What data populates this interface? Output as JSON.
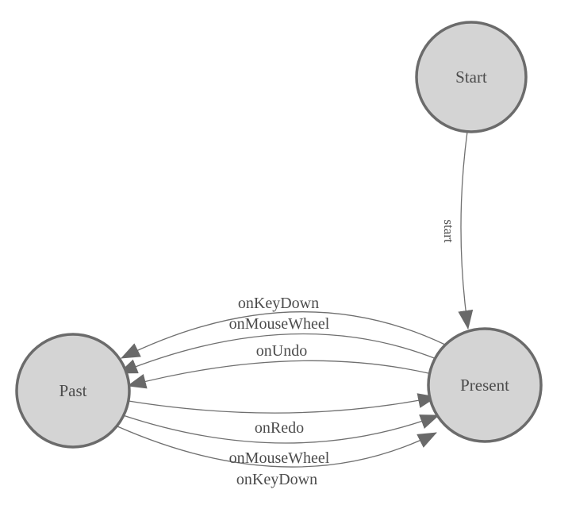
{
  "diagram": {
    "type": "state-machine",
    "nodes": [
      {
        "id": "start",
        "label": "Start"
      },
      {
        "id": "present",
        "label": "Present"
      },
      {
        "id": "past",
        "label": "Past"
      }
    ],
    "edges": [
      {
        "from": "start",
        "to": "present",
        "label": "start"
      },
      {
        "from": "present",
        "to": "past",
        "label": "onKeyDown"
      },
      {
        "from": "present",
        "to": "past",
        "label": "onMouseWheel"
      },
      {
        "from": "present",
        "to": "past",
        "label": "onUndo"
      },
      {
        "from": "past",
        "to": "present",
        "label": "onRedo"
      },
      {
        "from": "past",
        "to": "present",
        "label": "onMouseWheel"
      },
      {
        "from": "past",
        "to": "present",
        "label": "onKeyDown"
      }
    ],
    "colors": {
      "background": "#ffffff",
      "node_fill": "#d4d4d4",
      "node_stroke": "#6b6b6b",
      "edge_stroke": "#6f6f6f",
      "arrow_fill": "#696969",
      "text": "#4c4c4c"
    }
  }
}
